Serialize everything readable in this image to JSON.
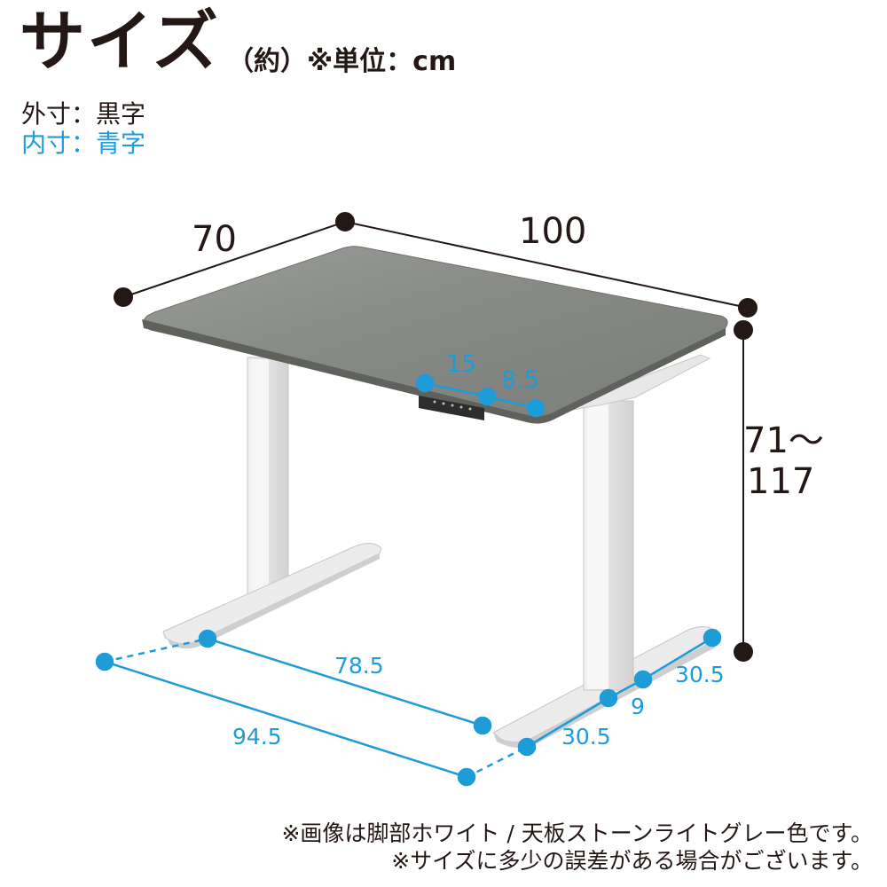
{
  "header": {
    "title": "サイズ",
    "unit_note": "（約）※単位：cm"
  },
  "legend": {
    "outer": "外寸：黒字",
    "inner": "内寸：青字"
  },
  "dimensions": {
    "depth": "70",
    "width": "100",
    "height_line1": "71～",
    "height_line2": "117",
    "panel_width": "15",
    "panel_offset": "8.5",
    "foot_inner": "78.5",
    "foot_outer": "94.5",
    "foot_front": "30.5",
    "leg_width": "9",
    "foot_back": "30.5"
  },
  "colors": {
    "outer_text": "#231815",
    "inner_text": "#1e9cd8",
    "tabletop": "#8a8c89",
    "frame": "#e4e4e4"
  },
  "footnotes": {
    "line1": "※画像は脚部ホワイト / 天板ストーンライトグレー色です。",
    "line2": "※サイズに多少の誤差がある場合がございます。"
  }
}
